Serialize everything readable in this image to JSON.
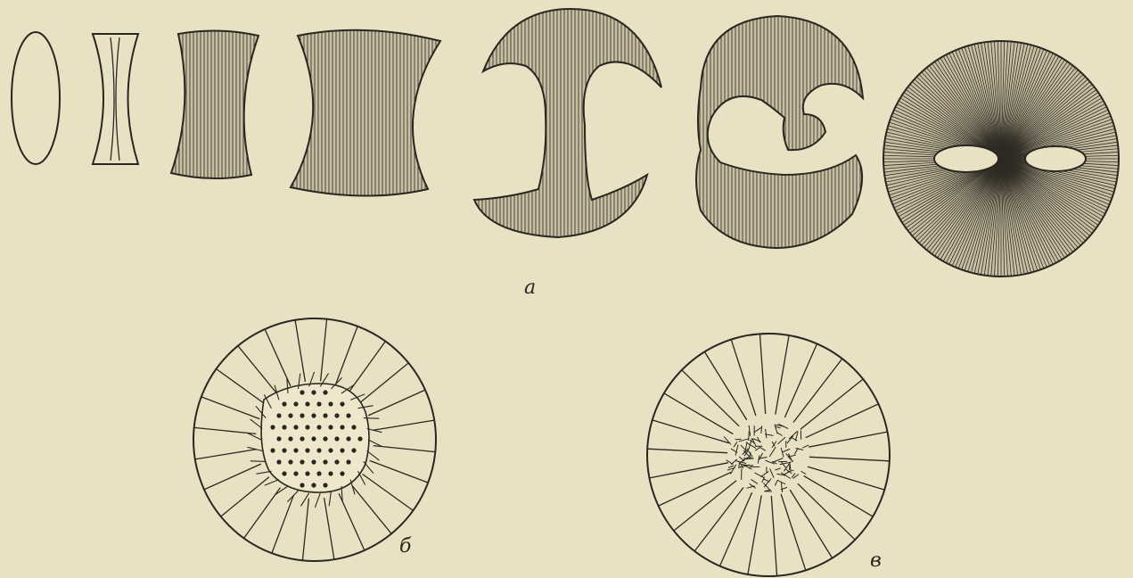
{
  "figure": {
    "label_a": "а",
    "label_b": "б",
    "label_c": "в"
  },
  "colors": {
    "paper": "#e9e1c3",
    "ink": "#2a2620",
    "fill_light": "#c9c0a4",
    "fill_dark": "#8f8874"
  }
}
